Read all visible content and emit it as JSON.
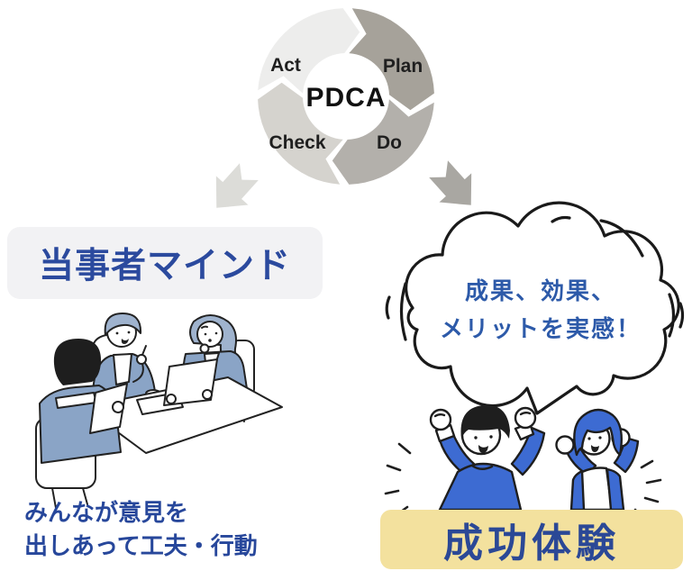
{
  "pdca": {
    "center": "PDCA",
    "segments": [
      {
        "label": "Act",
        "color": "#ededec"
      },
      {
        "label": "Plan",
        "color": "#a6a29a"
      },
      {
        "label": "Do",
        "color": "#b3b0ab"
      },
      {
        "label": "Check",
        "color": "#d5d3ce"
      }
    ]
  },
  "flow": {
    "left_arrow_color": "#dcdcd8",
    "right_arrow_color": "#a9a7a2"
  },
  "left_panel": {
    "title": "当事者マインド",
    "title_color": "#2b4a9e",
    "title_bg": "#f2f2f4",
    "caption_line1": "みんなが意見を",
    "caption_line2": "出しあって工夫・行動",
    "caption_color": "#27479b",
    "illustration": "three-people-discussing-at-table"
  },
  "right_panel": {
    "bubble_line1": "成果、効果、",
    "bubble_line2": "メリットを実感！",
    "bubble_text_color": "#2d5aa9",
    "label": "成功体験",
    "label_color": "#2b4896",
    "label_bg": "#f3e19e",
    "figure_blue": "#3d6bd2",
    "illustration": "two-people-cheering"
  }
}
